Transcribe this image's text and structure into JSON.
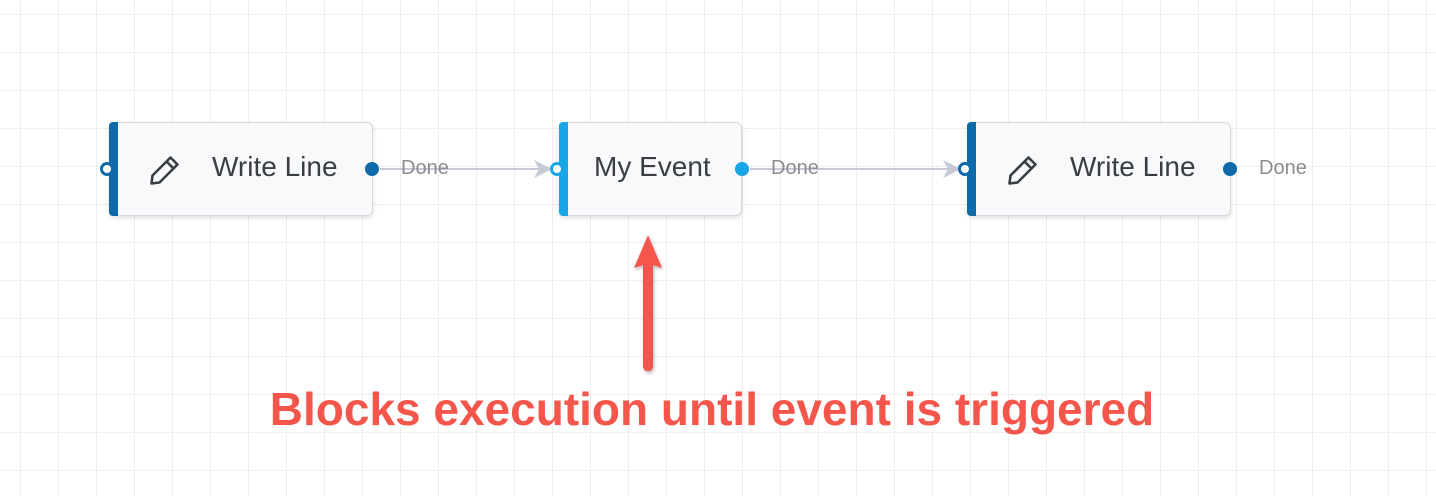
{
  "workflow": {
    "nodes": [
      {
        "label": "Write Line",
        "icon": "pencil-icon",
        "outcome": "Done",
        "accent": "#0e6aa8"
      },
      {
        "label": "My Event",
        "icon": "",
        "outcome": "Done",
        "accent": "#19a6e6"
      },
      {
        "label": "Write Line",
        "icon": "pencil-icon",
        "outcome": "Done",
        "accent": "#0e6aa8"
      }
    ],
    "connections": [
      {
        "from": 0,
        "to": 1,
        "outcome": "Done"
      },
      {
        "from": 1,
        "to": 2,
        "outcome": "Done"
      }
    ]
  },
  "annotation": {
    "text": "Blocks execution until event is triggered",
    "color": "#f4564b",
    "target": "My Event"
  },
  "colors": {
    "connector": "#c6cad6",
    "grid": "#eeeeee",
    "node_background": "#f8f9fb"
  }
}
